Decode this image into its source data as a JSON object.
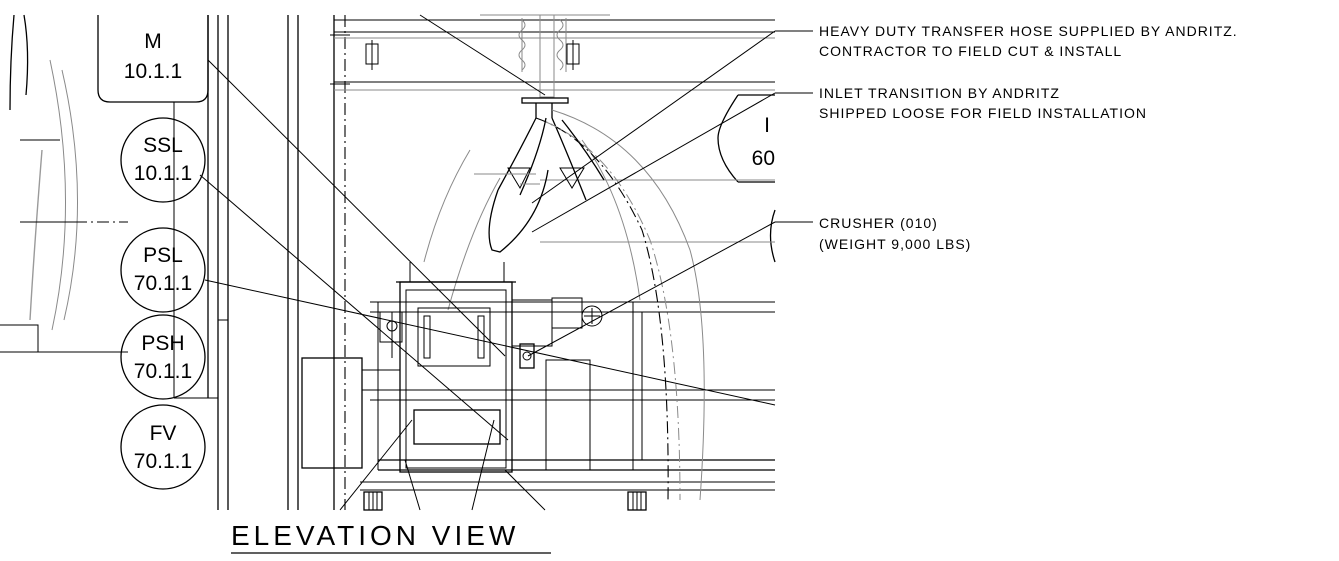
{
  "instrument_tags": [
    {
      "id": "m",
      "top": "M",
      "bottom": "10.1.1"
    },
    {
      "id": "ssl",
      "top": "SSL",
      "bottom": "10.1.1"
    },
    {
      "id": "psl",
      "top": "PSL",
      "bottom": "70.1.1"
    },
    {
      "id": "psh",
      "top": "PSH",
      "bottom": "70.1.1"
    },
    {
      "id": "fv",
      "top": "FV",
      "bottom": "70.1.1"
    }
  ],
  "partial_tag": {
    "top": "I",
    "bottom": "60"
  },
  "callouts": {
    "transfer_hose": {
      "line1": "HEAVY DUTY TRANSFER HOSE SUPPLIED BY ANDRITZ.",
      "line2": "CONTRACTOR TO FIELD CUT & INSTALL"
    },
    "inlet_transition": {
      "line1": "INLET TRANSITION BY ANDRITZ",
      "line2": "SHIPPED LOOSE FOR FIELD INSTALLATION"
    },
    "crusher": {
      "line1": "CRUSHER (010)",
      "line2": "(WEIGHT 9,000 LBS)"
    }
  },
  "view_title": "ELEVATION VIEW"
}
